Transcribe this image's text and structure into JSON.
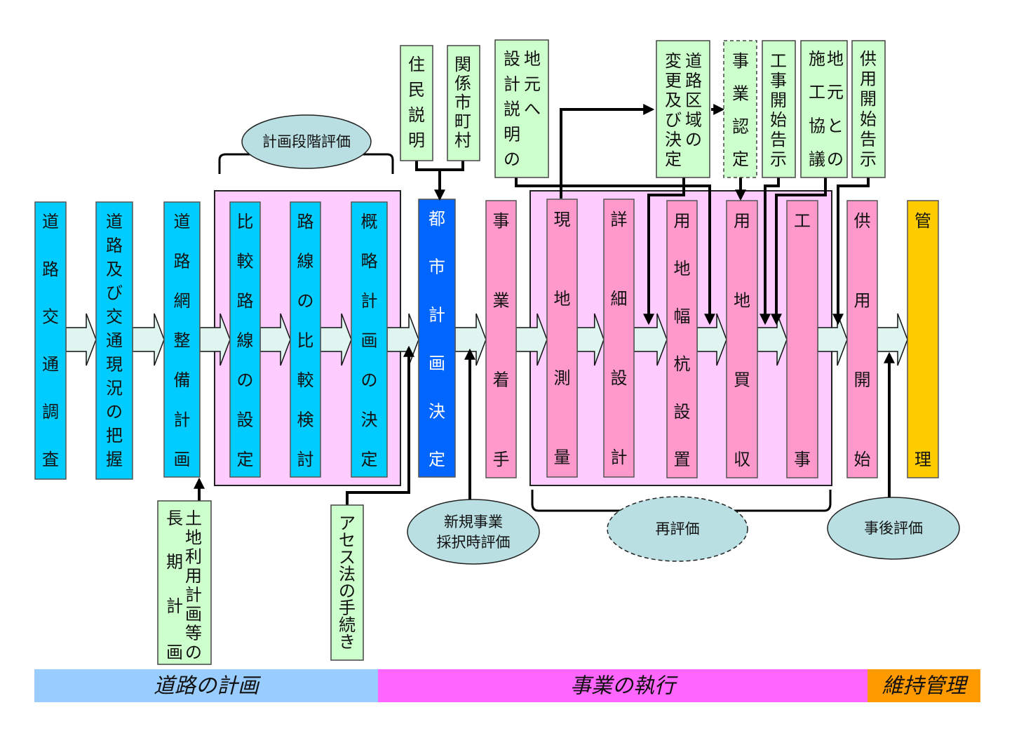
{
  "colors": {
    "survey_box": "#00ccff",
    "city_plan_box": "#0066ff",
    "execution_box": "#ff99cc",
    "management_box": "#ffcc00",
    "group_bg": "#ffccff",
    "flow_arrow": "#e0f5f0",
    "note_box": "#ccffcc",
    "eval_oval": "#b9dfe3",
    "band_planning": "#99ccff",
    "band_execution": "#ff66ff",
    "band_maintenance": "#ff9900"
  },
  "main_steps": [
    {
      "id": "s1",
      "label": "道路交通調査",
      "stage": "planning"
    },
    {
      "id": "s2",
      "label": "道路及び交通現況の把握",
      "stage": "planning"
    },
    {
      "id": "s3",
      "label": "道路網整備計画",
      "stage": "planning"
    },
    {
      "id": "s4",
      "label": "比較路線の設定",
      "stage": "planning"
    },
    {
      "id": "s5",
      "label": "路線の比較検討",
      "stage": "planning"
    },
    {
      "id": "s6",
      "label": "概略計画の決定",
      "stage": "planning"
    },
    {
      "id": "s7",
      "label": "都市計画決定",
      "stage": "planning"
    },
    {
      "id": "s8",
      "label": "事業着手",
      "stage": "execution"
    },
    {
      "id": "s9",
      "label": "現地測量",
      "stage": "execution"
    },
    {
      "id": "s10",
      "label": "詳細設計",
      "stage": "execution"
    },
    {
      "id": "s11",
      "label": "用地幅杭設置",
      "stage": "execution"
    },
    {
      "id": "s12",
      "label": "用地買収",
      "stage": "execution"
    },
    {
      "id": "s13",
      "label": "工事",
      "stage": "execution"
    },
    {
      "id": "s14",
      "label": "供用開始",
      "stage": "execution"
    },
    {
      "id": "s15",
      "label": "管理",
      "stage": "maintenance"
    }
  ],
  "top_notes": [
    {
      "id": "n1",
      "label": "住民説明"
    },
    {
      "id": "n2",
      "label": "関係市町村"
    },
    {
      "id": "n3",
      "columns": [
        "地元へ",
        "設計説明の"
      ],
      "label": "地元への設計説明"
    },
    {
      "id": "n4",
      "columns": [
        "道路区域の",
        "変更及び決定"
      ],
      "label": "道路区域の変更及び決定"
    },
    {
      "id": "n5",
      "label": "事業認定",
      "dashed": true
    },
    {
      "id": "n6",
      "label": "工事開始告示"
    },
    {
      "id": "n7",
      "columns": [
        "地元との",
        "施工協議"
      ],
      "label": "地元との施工協議"
    },
    {
      "id": "n8",
      "label": "供用開始告示"
    }
  ],
  "bottom_notes": [
    {
      "id": "b1",
      "columns": [
        "土地利用計画等の",
        "長期計画"
      ],
      "label": "土地利用計画等の長期計画"
    },
    {
      "id": "b2",
      "label": "アセス法の手続き"
    }
  ],
  "evaluations": [
    {
      "id": "e1",
      "label": "計画段階評価"
    },
    {
      "id": "e2",
      "lines": [
        "新規事業",
        "採択時評価"
      ],
      "label": "新規事業採択時評価"
    },
    {
      "id": "e3",
      "label": "再評価",
      "dashed": true
    },
    {
      "id": "e4",
      "label": "事後評価"
    }
  ],
  "phases": [
    {
      "id": "p1",
      "label": "道路の計画"
    },
    {
      "id": "p2",
      "label": "事業の執行"
    },
    {
      "id": "p3",
      "label": "維持管理"
    }
  ]
}
